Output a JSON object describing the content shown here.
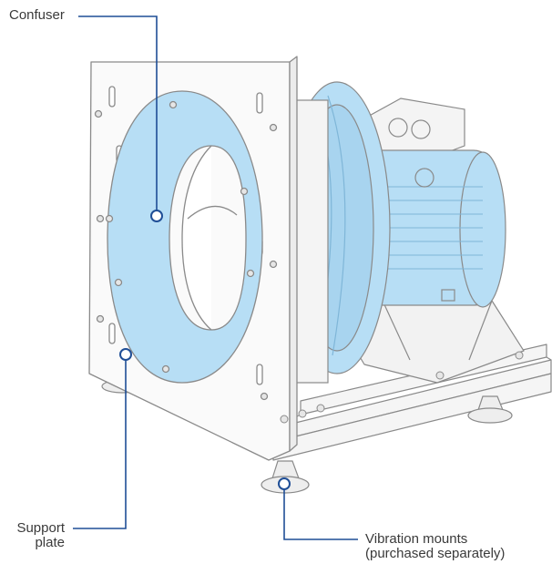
{
  "colors": {
    "accent_line": "#1f4e96",
    "callout_fill": "#ffffff",
    "blue_part": "#b7def5",
    "blue_part_dark": "#8cc4e6",
    "outline": "#8a8a8a",
    "metal": "#f4f4f4",
    "text": "#3a3a3a"
  },
  "callouts": {
    "confuser": {
      "label": "Confuser"
    },
    "support_plate": {
      "line1": "Support",
      "line2": "plate"
    },
    "vibration_mounts": {
      "line1": "Vibration mounts",
      "line2": "(purchased separately)"
    }
  },
  "icons": [
    "callout-marker-icon"
  ]
}
